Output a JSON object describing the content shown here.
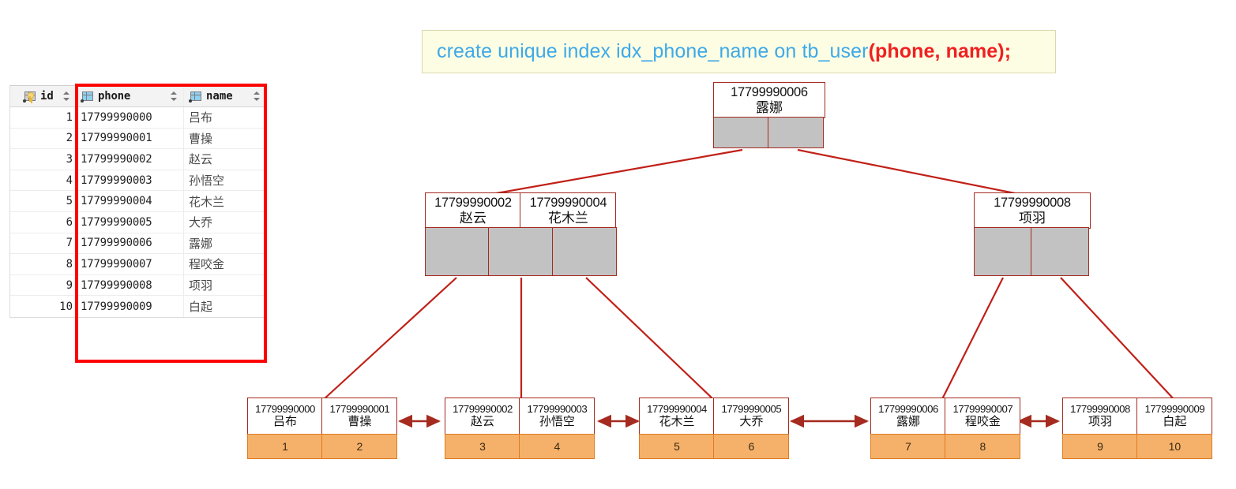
{
  "sql": {
    "prefix": "create unique index idx_phone_name on tb_user",
    "columns": "(phone, name);",
    "accent_blue": "#3ea9e8",
    "accent_red": "#f02020",
    "background": "#fdfde3"
  },
  "grid": {
    "columns": [
      {
        "label": "id",
        "icon": "primary-key-icon",
        "sortable": true
      },
      {
        "label": "phone",
        "icon": "column-icon",
        "sortable": true
      },
      {
        "label": "name",
        "icon": "column-icon",
        "sortable": true
      }
    ],
    "highlight_color": "#fd0000",
    "rows": [
      {
        "id": "1",
        "phone": "17799990000",
        "name": "吕布"
      },
      {
        "id": "2",
        "phone": "17799990001",
        "name": "曹操"
      },
      {
        "id": "3",
        "phone": "17799990002",
        "name": "赵云"
      },
      {
        "id": "4",
        "phone": "17799990003",
        "name": "孙悟空"
      },
      {
        "id": "5",
        "phone": "17799990004",
        "name": "花木兰"
      },
      {
        "id": "6",
        "phone": "17799990005",
        "name": "大乔"
      },
      {
        "id": "7",
        "phone": "17799990006",
        "name": "露娜"
      },
      {
        "id": "8",
        "phone": "17799990007",
        "name": "程咬金"
      },
      {
        "id": "9",
        "phone": "17799990008",
        "name": "项羽"
      },
      {
        "id": "10",
        "phone": "17799990009",
        "name": "白起"
      }
    ]
  },
  "tree": {
    "node_border_color": "#a52a1f",
    "pointer_fill": "#c2c2c2",
    "leaf_id_fill": "#f5b16a",
    "root": {
      "keys": [
        {
          "phone": "17799990006",
          "name": "露娜"
        }
      ],
      "pointers": 2
    },
    "internal": [
      {
        "keys": [
          {
            "phone": "17799990002",
            "name": "赵云"
          },
          {
            "phone": "17799990004",
            "name": "花木兰"
          }
        ],
        "pointers": 3
      },
      {
        "keys": [
          {
            "phone": "17799990008",
            "name": "项羽"
          }
        ],
        "pointers": 2
      }
    ],
    "leaves": [
      {
        "entries": [
          {
            "phone": "17799990000",
            "name": "吕布",
            "id": "1"
          },
          {
            "phone": "17799990001",
            "name": "曹操",
            "id": "2"
          }
        ]
      },
      {
        "entries": [
          {
            "phone": "17799990002",
            "name": "赵云",
            "id": "3"
          },
          {
            "phone": "17799990003",
            "name": "孙悟空",
            "id": "4"
          }
        ]
      },
      {
        "entries": [
          {
            "phone": "17799990004",
            "name": "花木兰",
            "id": "5"
          },
          {
            "phone": "17799990005",
            "name": "大乔",
            "id": "6"
          }
        ]
      },
      {
        "entries": [
          {
            "phone": "17799990006",
            "name": "露娜",
            "id": "7"
          },
          {
            "phone": "17799990007",
            "name": "程咬金",
            "id": "8"
          }
        ]
      },
      {
        "entries": [
          {
            "phone": "17799990008",
            "name": "项羽",
            "id": "9"
          },
          {
            "phone": "17799990009",
            "name": "白起",
            "id": "10"
          }
        ]
      }
    ]
  }
}
